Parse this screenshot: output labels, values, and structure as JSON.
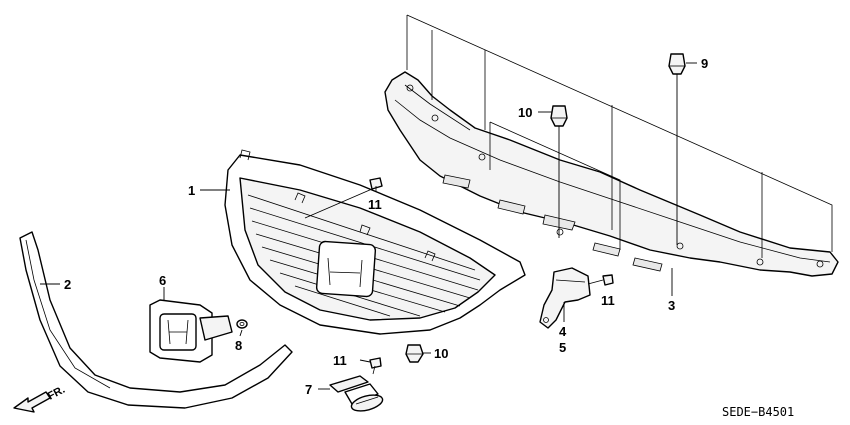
{
  "diagram": {
    "callouts": [
      {
        "id": "c1",
        "label": "1"
      },
      {
        "id": "c2",
        "label": "2"
      },
      {
        "id": "c3",
        "label": "3"
      },
      {
        "id": "c4",
        "label": "4"
      },
      {
        "id": "c5",
        "label": "5"
      },
      {
        "id": "c6",
        "label": "6"
      },
      {
        "id": "c7",
        "label": "7"
      },
      {
        "id": "c8",
        "label": "8"
      },
      {
        "id": "c9",
        "label": "9"
      },
      {
        "id": "c10a",
        "label": "10"
      },
      {
        "id": "c10b",
        "label": "10"
      },
      {
        "id": "c11a",
        "label": "11"
      },
      {
        "id": "c11b",
        "label": "11"
      },
      {
        "id": "c11c",
        "label": "11"
      }
    ],
    "diagram_code": "SEDE−B4501",
    "direction_label": "FR."
  }
}
